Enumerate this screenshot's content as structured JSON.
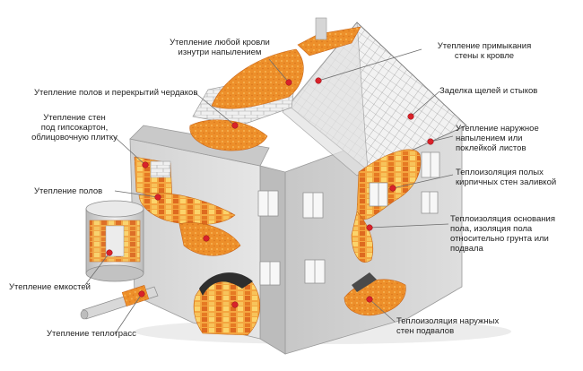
{
  "labels": [
    {
      "id": "roof-interior",
      "text": "Утепление любой кровли\nизнутри напылением"
    },
    {
      "id": "wall-roof-junction",
      "text": "Утепление примыкания\nстены к кровле"
    },
    {
      "id": "attic-floors",
      "text": "Утепление полов и перекрытий чердаков"
    },
    {
      "id": "gaps-joints",
      "text": "Заделка щелей и стыков"
    },
    {
      "id": "walls-under-drywall",
      "text": "Утепление стен\nпод гипсокартон,\nоблицовочную плитку"
    },
    {
      "id": "external-spray",
      "text": "Утепление наружное\nнапылением или\nпоклейкой листов"
    },
    {
      "id": "hollow-brick-walls",
      "text": "Теплоизоляция полых\nкирпичных стен заливкой"
    },
    {
      "id": "floors",
      "text": "Утепление полов"
    },
    {
      "id": "floor-base",
      "text": "Теплоизоляция основания\nпола, изоляция пола\nотносительно грунта или\nподвала"
    },
    {
      "id": "tanks",
      "text": "Утепление емкостей"
    },
    {
      "id": "basement-walls",
      "text": "Теплоизоляция наружных\nстен подвалов"
    },
    {
      "id": "heat-pipes",
      "text": "Утепление теплотрасс"
    }
  ],
  "colors": {
    "foam": "#e8902c",
    "foam_light": "#f6c65a",
    "marker": "#d8222a",
    "wall": "#dcdcdc",
    "roof": "#eeeeee",
    "leader": "#6d6d6d"
  }
}
